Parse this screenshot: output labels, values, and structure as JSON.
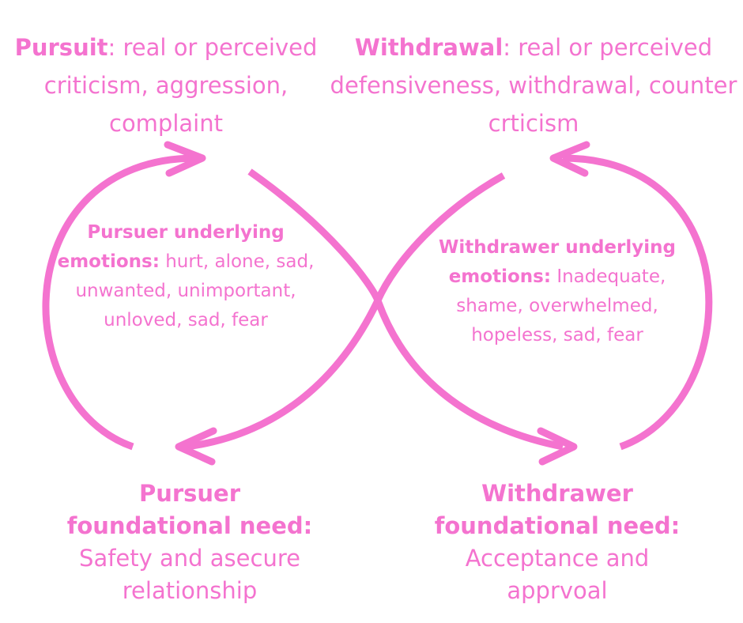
{
  "pursuit": {
    "title": "Pursuit",
    "line1_rest": ": real or perceived",
    "line2": "criticism, aggression,",
    "line3": "complaint"
  },
  "withdrawal": {
    "title": "Withdrawal",
    "line1_rest": ": real or perceived",
    "line2": "defensiveness, withdrawal, counter",
    "line3": "crticism"
  },
  "pursuer_emotions": {
    "heading1": "Pursuer underlying",
    "heading2": "emotions:",
    "line2_rest": " hurt, alone, sad,",
    "line3": "unwanted, unimportant,",
    "line4": "unloved, sad, fear"
  },
  "withdrawer_emotions": {
    "heading1": "Withdrawer underlying",
    "heading2": "emotions:",
    "line2_rest": " Inadequate,",
    "line3": "shame, overwhelmed,",
    "line4": "hopeless, sad, fear"
  },
  "pursuer_need": {
    "heading1": "Pursuer",
    "heading2": "foundational need:",
    "line3": "Safety and asecure",
    "line4": "relationship"
  },
  "withdrawer_need": {
    "heading1": "Withdrawer",
    "heading2": "foundational need:",
    "line3": "Acceptance and",
    "line4": "apprvoal"
  },
  "colors": {
    "accent": "#f473cf",
    "background": "#ffffff"
  }
}
